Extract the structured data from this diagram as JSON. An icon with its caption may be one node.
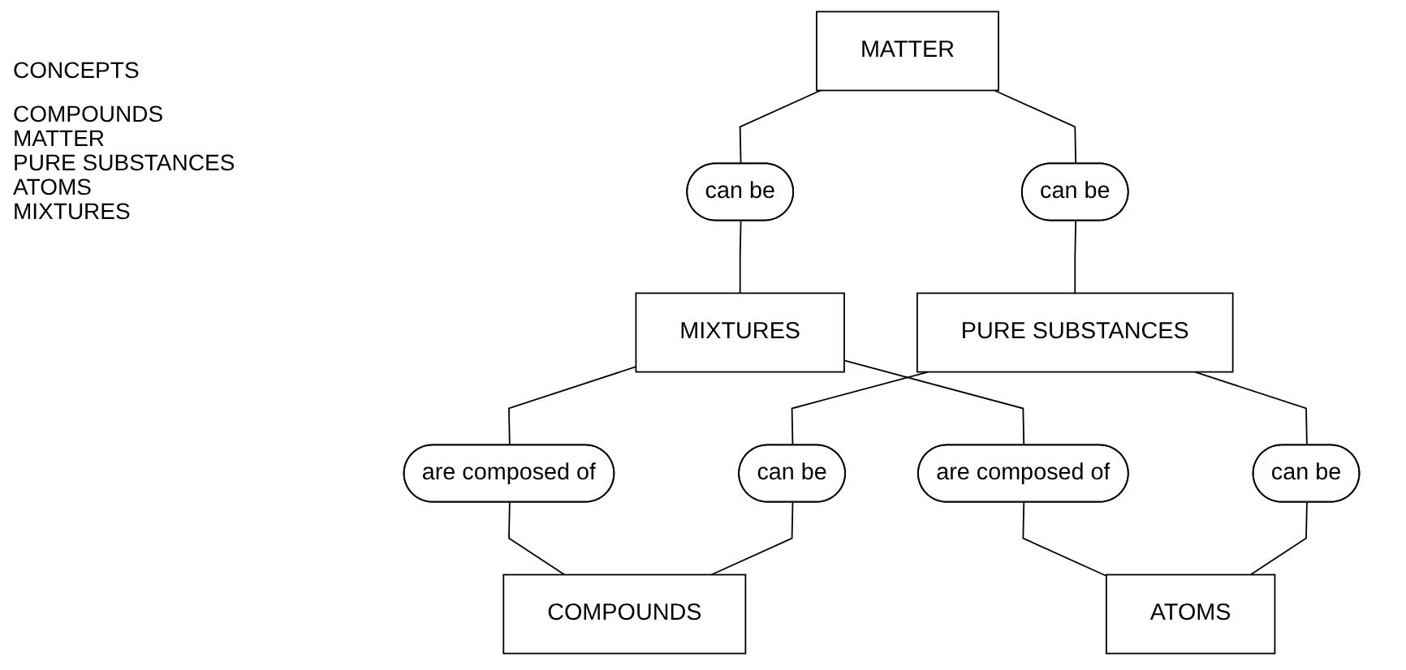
{
  "diagram": {
    "nodes": [
      {
        "text": [
          "MATTER"
        ]
      },
      {
        "text": [
          "can be"
        ]
      },
      {
        "text": [
          "can be"
        ]
      },
      {
        "text": [
          "MIXTURES"
        ]
      },
      {
        "text": [
          "PURE SUBSTANCES"
        ]
      },
      {
        "text": [
          "are composed of"
        ]
      },
      {
        "text": [
          "can be"
        ]
      },
      {
        "text": [
          "are composed of"
        ]
      },
      {
        "text": [
          "COMPOUNDS"
        ]
      },
      {
        "text": [
          "can be"
        ]
      },
      {
        "text": [
          "ATOMS"
        ]
      }
    ],
    "edges": [
      {
        "from": 0,
        "to": 1,
        "arrow": "none"
      },
      {
        "from": 1,
        "to": 3,
        "arrow": "none"
      },
      {
        "from": 0,
        "to": 2,
        "arrow": "none"
      },
      {
        "from": 2,
        "to": 4,
        "arrow": "none"
      },
      {
        "from": 3,
        "to": 5,
        "arrow": "none"
      },
      {
        "from": 5,
        "to": 8,
        "arrow": "none"
      },
      {
        "from": 4,
        "to": 6,
        "arrow": "none"
      },
      {
        "from": 6,
        "to": 8,
        "arrow": "none"
      },
      {
        "from": 3,
        "to": 7,
        "arrow": "none"
      },
      {
        "from": 7,
        "to": 10,
        "arrow": "none"
      },
      {
        "from": 4,
        "to": 9,
        "arrow": "none"
      },
      {
        "from": 9,
        "to": 10,
        "arrow": "none"
      }
    ],
    "labels": [
      "CONCEPTS",
      "COMPOUNDS",
      "MATTER",
      "PURE SUBSTANCES",
      "ATOMS",
      "MIXTURES"
    ]
  }
}
